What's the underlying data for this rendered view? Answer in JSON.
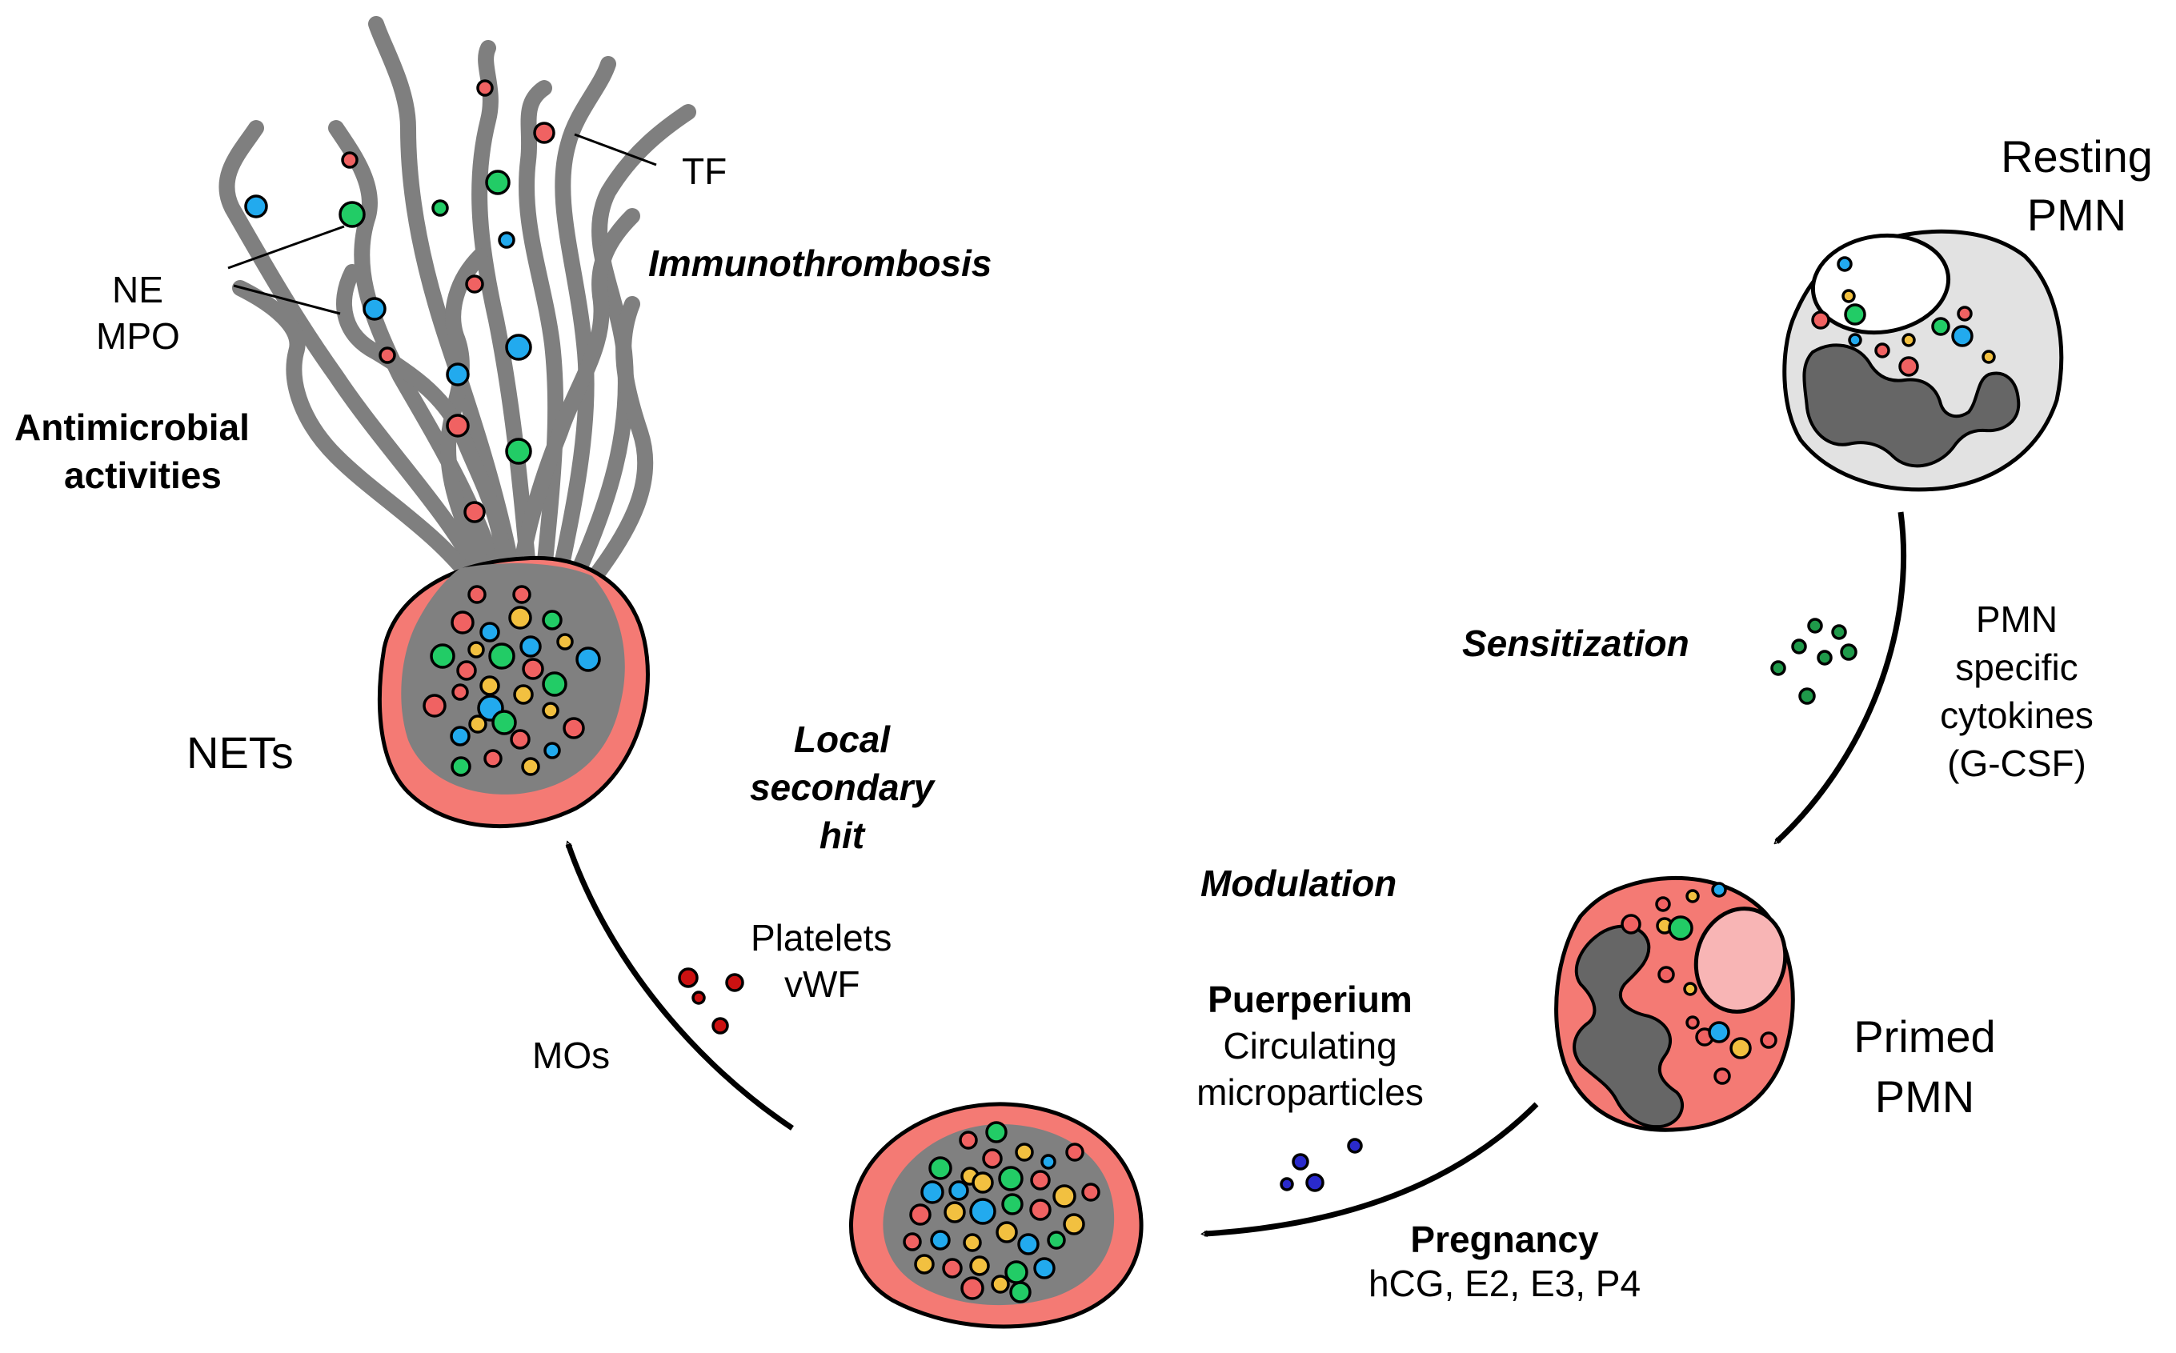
{
  "labels": {
    "tf": "TF",
    "ne": "NE",
    "mpo": "MPO",
    "immunothrombosis": "Immunothrombosis",
    "antimicrobial_1": "Antimicrobial",
    "antimicrobial_2": "activities",
    "nets": "NETs",
    "local_1": "Local",
    "local_2": "secondary",
    "local_3": "hit",
    "platelets": "Platelets",
    "vwf": "vWF",
    "mos": "MOs",
    "modulation": "Modulation",
    "puerperium": "Puerperium",
    "circulating": "Circulating",
    "microparticles": "microparticles",
    "pregnancy": "Pregnancy",
    "hormones": "hCG, E2, E3, P4",
    "resting_1": "Resting",
    "resting_2": "PMN",
    "sensitization": "Sensitization",
    "cytokine_1": "PMN",
    "cytokine_2": "specific",
    "cytokine_3": "cytokines",
    "cytokine_4": "(G-CSF)",
    "primed_1": "Primed",
    "primed_2": "PMN"
  },
  "colors": {
    "red_granule": "#f06262",
    "green_granule": "#22cc66",
    "blue_granule": "#22aaee",
    "yellow_granule": "#f2c040",
    "chromatin": "#808080",
    "cell_pink": "#f47a74",
    "resting_cytoplasm": "#e2e2e2",
    "primed_nucleus_vacuole": "#f8b5b5",
    "cytokine_dot": "#1f9a4a",
    "platelet_dot": "#cc1111",
    "microparticle_dot": "#2a2acc"
  }
}
